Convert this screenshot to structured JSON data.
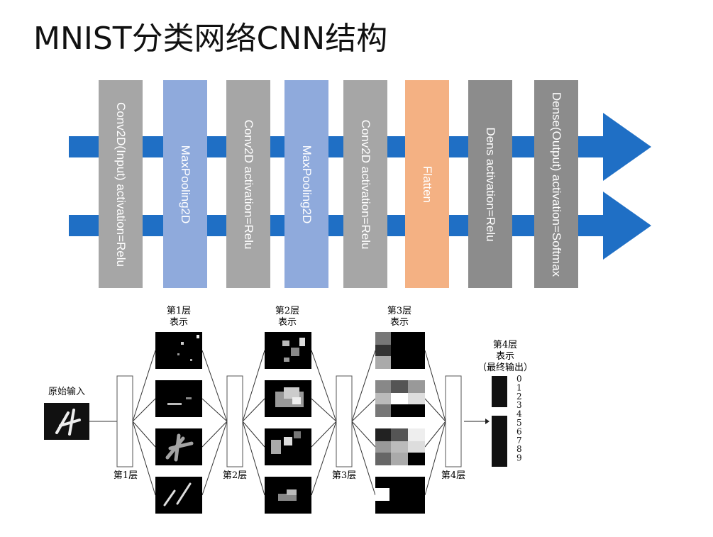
{
  "title": "MNIST分类网络CNN结构",
  "pipeline": {
    "layers": [
      {
        "label": "Conv2D(Input) activation=Relu",
        "color": "#a6a6a6"
      },
      {
        "label": "MaxPooling2D",
        "color": "#8faadc"
      },
      {
        "label": "Conv2D activation=Relu",
        "color": "#a6a6a6"
      },
      {
        "label": "MaxPooling2D",
        "color": "#8faadc"
      },
      {
        "label": "Conv2D activation=Relu",
        "color": "#a6a6a6"
      },
      {
        "label": "Flatten",
        "color": "#f4b183"
      },
      {
        "label": "Dens activation=Relu",
        "color": "#8c8c8c"
      },
      {
        "label": "Dense(Output) activation=Softmax",
        "color": "#8c8c8c"
      }
    ],
    "arrow_color": "#1f6fc5"
  },
  "figure": {
    "input_label": "原始输入",
    "layer1_repr_title": [
      "第1层",
      "表示"
    ],
    "layer2_repr_title": [
      "第2层",
      "表示"
    ],
    "layer3_repr_title": [
      "第3层",
      "表示"
    ],
    "layer4_repr_title": [
      "第4层",
      "表示",
      "（最终输出）"
    ],
    "layer_labels": [
      "第1层",
      "第2层",
      "第3层",
      "第4层"
    ],
    "digits": [
      "0",
      "1",
      "2",
      "3",
      "4",
      "5",
      "6",
      "7",
      "8",
      "9"
    ]
  }
}
